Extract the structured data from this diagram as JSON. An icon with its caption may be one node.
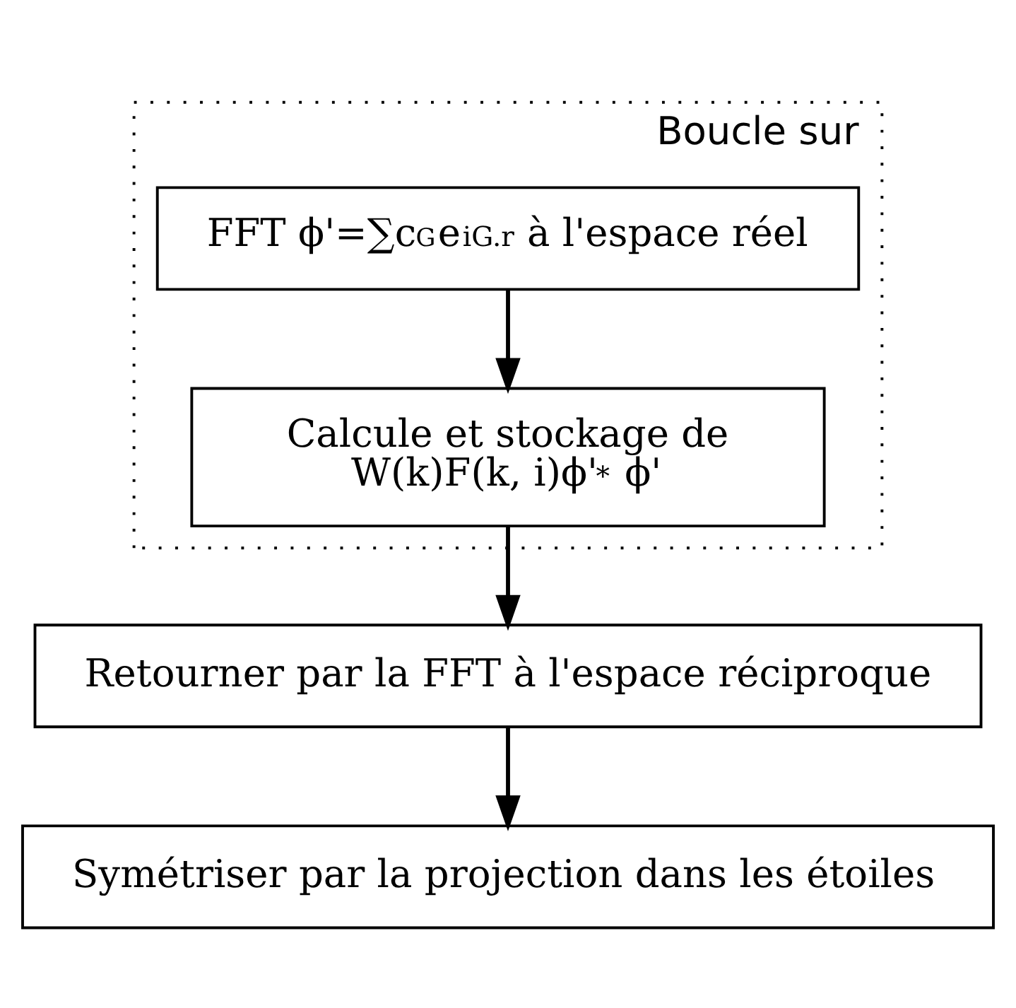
{
  "diagram": {
    "nodes": [
      {
        "text": [
          "Boucle sur"
        ]
      },
      {
        "text": [
          "FFT ϕ'=∑c$_{G}$e$^{iG.r}$ à l'espace réel"
        ],
        "in": 0
      },
      {
        "text": [
          "Calcule et stockage de",
          "W(k)F(k, i)ϕ'$^{*}$ ϕ'"
        ],
        "in": 0
      },
      {
        "text": [
          "Retourner par la FFT à l'espace réciproque"
        ]
      },
      {
        "text": [
          "Symétriser par la projection dans les étoiles"
        ]
      }
    ],
    "edges": [
      {
        "from": 1,
        "to": 2,
        "arrow": "to"
      },
      {
        "from": 2,
        "to": 3,
        "arrow": "to"
      },
      {
        "from": 3,
        "to": 4,
        "arrow": "to"
      }
    ]
  }
}
